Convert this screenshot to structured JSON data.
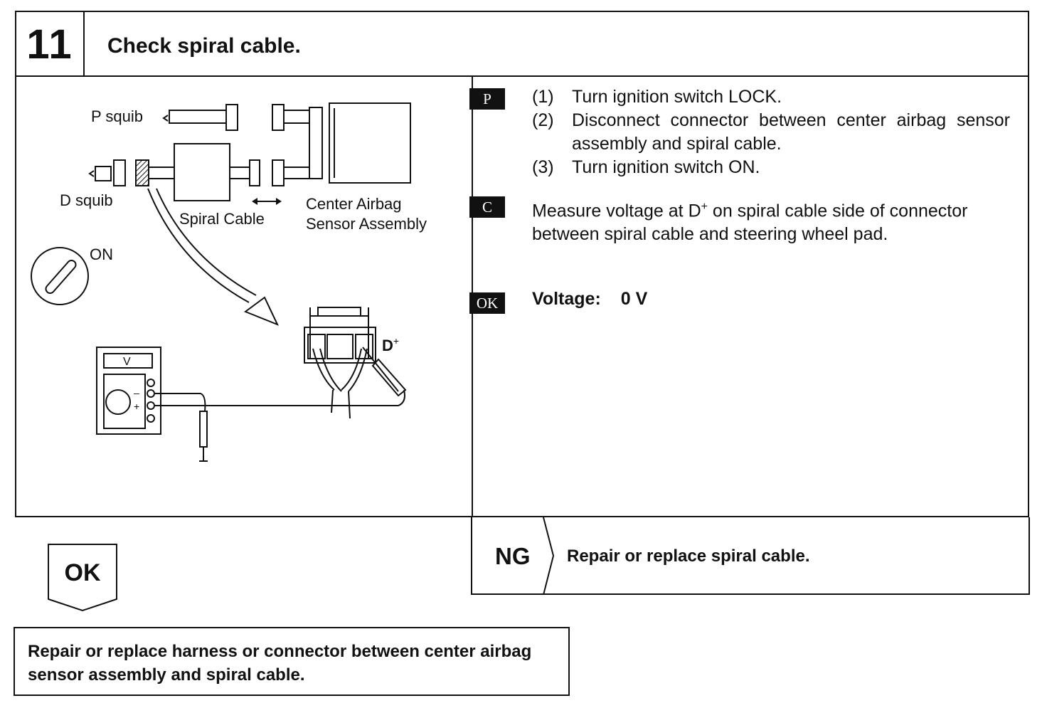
{
  "step": {
    "number": "11",
    "title": "Check spiral cable."
  },
  "diagram": {
    "p_squib": "P squib",
    "d_squib": "D squib",
    "spiral_cable": "Spiral Cable",
    "center_line1": "Center Airbag",
    "center_line2": "Sensor Assembly",
    "ignition_on": "ON",
    "meter_v": "V",
    "meter_minus": "–",
    "meter_plus": "+",
    "terminal_d": "D",
    "terminal_sup": "+"
  },
  "procedure": {
    "p_tag": "P",
    "items": [
      {
        "n": "(1)",
        "text": "Turn ignition switch LOCK."
      },
      {
        "n": "(2)",
        "text": "Disconnect connector between center airbag sensor assembly and spiral cable."
      },
      {
        "n": "(3)",
        "text": "Turn ignition switch ON."
      }
    ],
    "c_tag": "C",
    "measure_pre": "Measure voltage at D",
    "measure_sup": "+",
    "measure_post": " on spiral cable side of connector between spiral cable and steering wheel pad.",
    "ok_tag": "OK",
    "spec_label": "Voltage:",
    "spec_value": "0 V"
  },
  "ng": {
    "label": "NG",
    "action": "Repair or replace spiral cable."
  },
  "ok": {
    "label": "OK",
    "action": "Repair or replace harness or connector between center airbag sensor assembly and spiral cable."
  }
}
